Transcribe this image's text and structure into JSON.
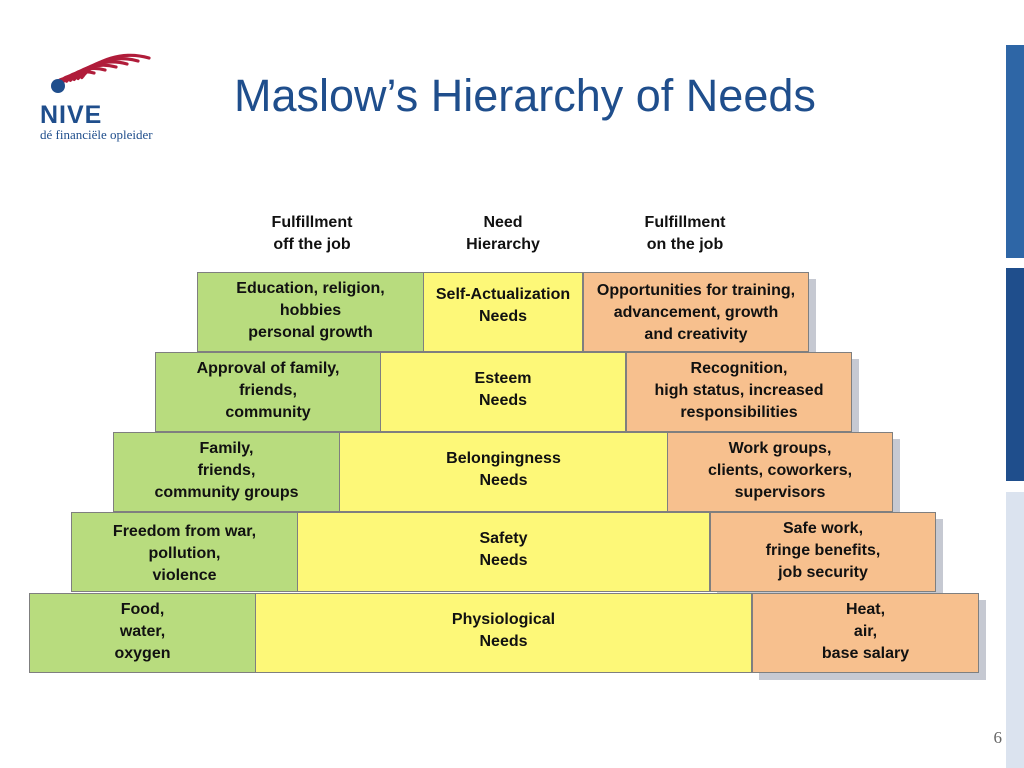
{
  "colors": {
    "title": "#1f4e8c",
    "green": "#b8dc7e",
    "yellow": "#fdf878",
    "orange": "#f7c08e",
    "stripe_blue": "#2e66a6",
    "stripe_light": "#dbe3ef",
    "logo_red": "#b01c3a",
    "logo_blue": "#1f4e8c"
  },
  "logo": {
    "icon": "nive-swirl-logo",
    "word": "NIVE",
    "tagline": "dé financiële opleider"
  },
  "title": "Maslow’s Hierarchy of Needs",
  "columns": [
    {
      "lines": [
        "Fulfillment",
        "off the job"
      ]
    },
    {
      "lines": [
        "Need",
        "Hierarchy"
      ]
    },
    {
      "lines": [
        "Fulfillment",
        "on the job"
      ]
    }
  ],
  "levels": [
    {
      "off_job": [
        "Education, religion,",
        "hobbies",
        "personal growth"
      ],
      "need": [
        "Self-Actualization",
        "Needs"
      ],
      "on_job": [
        "Opportunities for training,",
        "advancement, growth",
        "and creativity"
      ]
    },
    {
      "off_job": [
        "Approval of family,",
        "friends,",
        "community"
      ],
      "need": [
        "Esteem",
        "Needs"
      ],
      "on_job": [
        "Recognition,",
        "high status, increased",
        "responsibilities"
      ]
    },
    {
      "off_job": [
        "Family,",
        "friends,",
        "community groups"
      ],
      "need": [
        "Belongingness",
        "Needs"
      ],
      "on_job": [
        "Work groups,",
        "clients, coworkers,",
        "supervisors"
      ]
    },
    {
      "off_job": [
        "Freedom from war,",
        "pollution,",
        "violence"
      ],
      "need": [
        "Safety",
        "Needs"
      ],
      "on_job": [
        "Safe work,",
        "fringe benefits,",
        "job security"
      ]
    },
    {
      "off_job": [
        "Food,",
        "water,",
        "oxygen"
      ],
      "need": [
        "Physiological",
        "Needs"
      ],
      "on_job": [
        "Heat,",
        "air,",
        "base salary"
      ]
    }
  ],
  "page_number": "6"
}
